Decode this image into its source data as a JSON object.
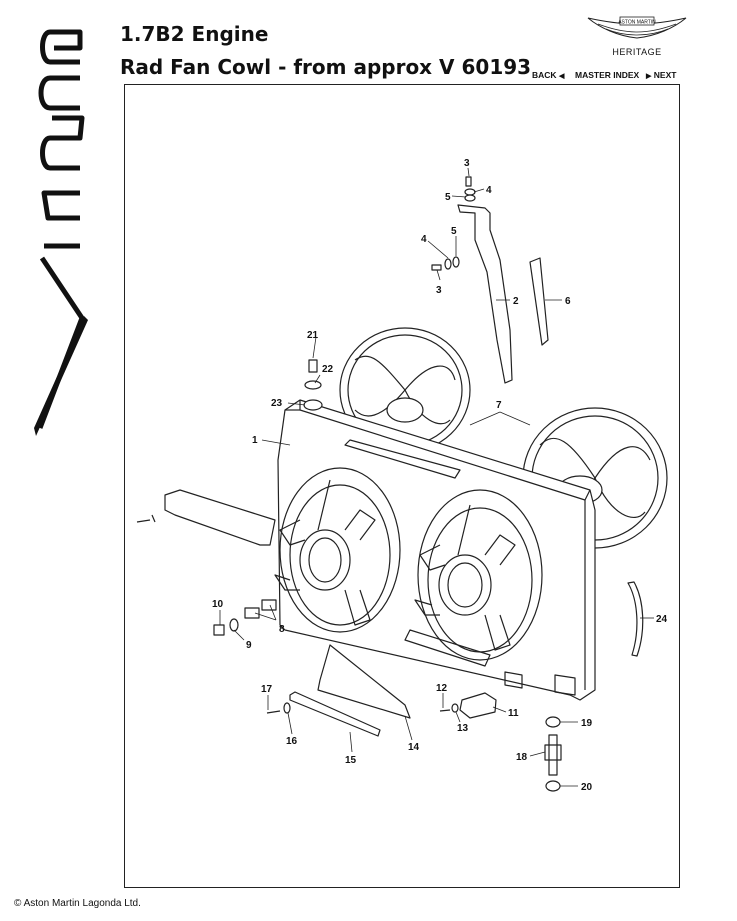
{
  "header": {
    "title_line1": "1.7B2 Engine",
    "title_line2": "Rad Fan Cowl - from approx V 60193"
  },
  "brand": {
    "logo_text": "ASTON MARTIN",
    "subtitle": "HERITAGE"
  },
  "nav": {
    "back": "BACK",
    "master_index": "MASTER INDEX",
    "next": "NEXT"
  },
  "side_logo": {
    "text": "Virage"
  },
  "diagram": {
    "callouts": [
      "1",
      "2",
      "3",
      "3",
      "4",
      "4",
      "5",
      "5",
      "6",
      "7",
      "8",
      "9",
      "10",
      "11",
      "12",
      "13",
      "14",
      "15",
      "16",
      "17",
      "18",
      "19",
      "20",
      "21",
      "22",
      "23",
      "24"
    ]
  },
  "footer": {
    "copyright": "© Aston Martin Lagonda Ltd."
  }
}
